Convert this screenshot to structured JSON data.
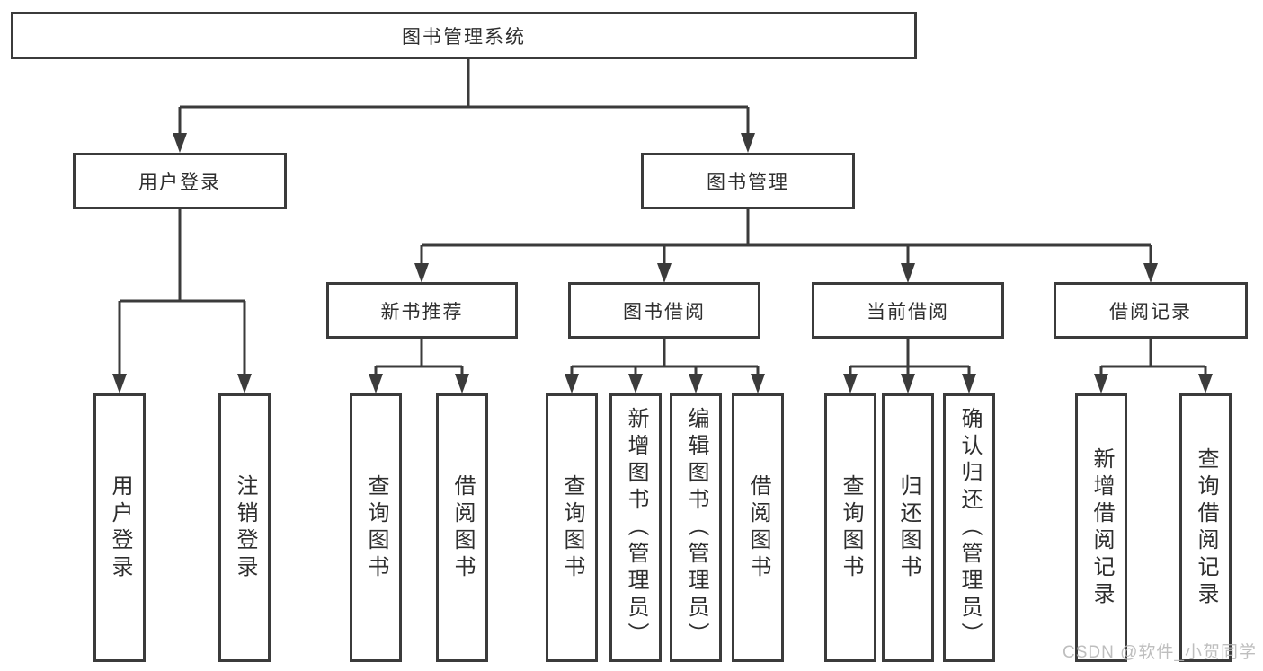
{
  "diagram_title": "图书管理系统",
  "tree": {
    "label": "图书管理系统",
    "children": [
      {
        "label": "用户登录",
        "children": [
          {
            "label": "用户登录"
          },
          {
            "label": "注销登录"
          }
        ]
      },
      {
        "label": "图书管理",
        "children": [
          {
            "label": "新书推荐",
            "children": [
              {
                "label": "查询图书"
              },
              {
                "label": "借阅图书"
              }
            ]
          },
          {
            "label": "图书借阅",
            "children": [
              {
                "label": "查询图书"
              },
              {
                "label": "新增图书（管理员）"
              },
              {
                "label": "编辑图书（管理员）"
              },
              {
                "label": "借阅图书"
              }
            ]
          },
          {
            "label": "当前借阅",
            "children": [
              {
                "label": "查询图书"
              },
              {
                "label": "归还图书"
              },
              {
                "label": "确认归还（管理员）"
              }
            ]
          },
          {
            "label": "借阅记录",
            "children": [
              {
                "label": "新增借阅记录"
              },
              {
                "label": "查询借阅记录"
              }
            ]
          }
        ]
      }
    ]
  },
  "watermark": {
    "text": "CSDN @软件_小贺同学"
  },
  "colors": {
    "line": "#3b3b3b",
    "text": "#2e2e2e",
    "background": "#ffffff",
    "watermark": "#b6b6b6"
  }
}
